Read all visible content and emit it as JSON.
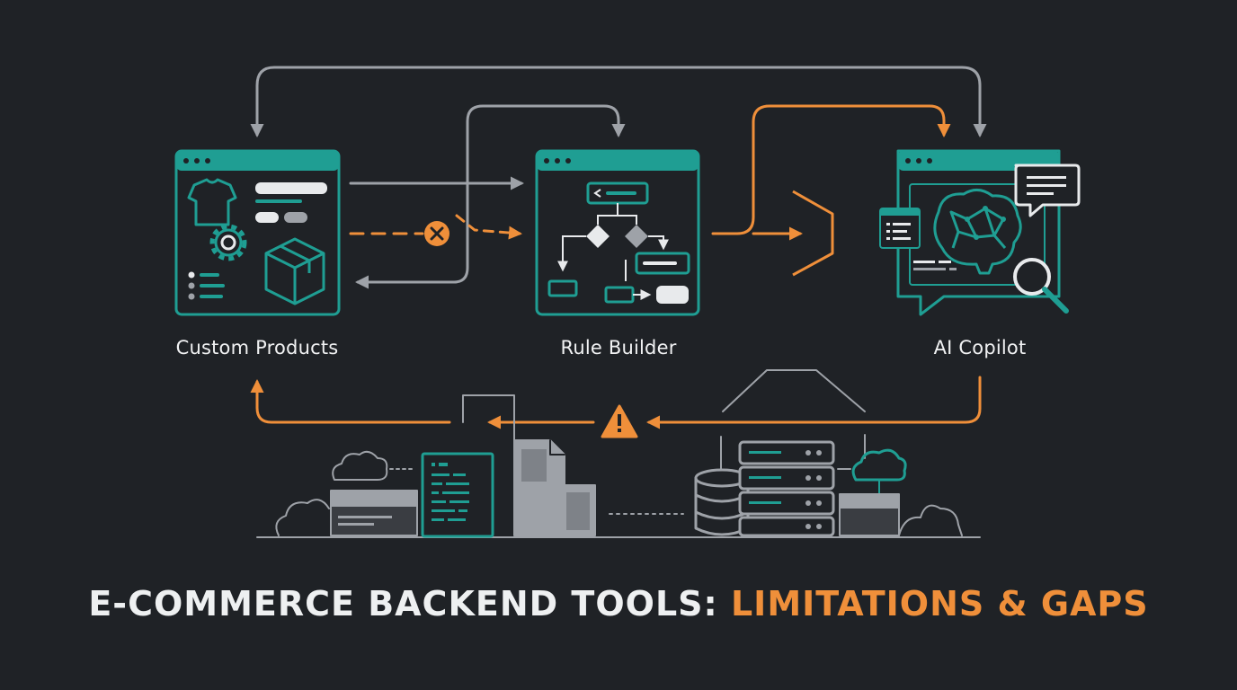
{
  "nodes": [
    {
      "id": "custom-products",
      "label": "Custom Products"
    },
    {
      "id": "rule-builder",
      "label": "Rule Builder"
    },
    {
      "id": "ai-copilot",
      "label": "AI Copilot"
    }
  ],
  "title": {
    "main": "E-COMMERCE BACKEND TOOLS: ",
    "accent": "LIMITATIONS & GAPS"
  },
  "colors": {
    "background": "#1f2226",
    "teal": "#1f9e93",
    "orange": "#ef8f3a",
    "gray": "#9ea2a8",
    "light": "#e8eaec"
  },
  "icons": [
    "tshirt-icon",
    "gear-icon",
    "box-icon",
    "brain-icon",
    "chat-bubble-icon",
    "magnifier-icon",
    "warning-icon",
    "blocked-icon",
    "cloud-icon",
    "server-icon",
    "database-icon",
    "document-icon"
  ]
}
